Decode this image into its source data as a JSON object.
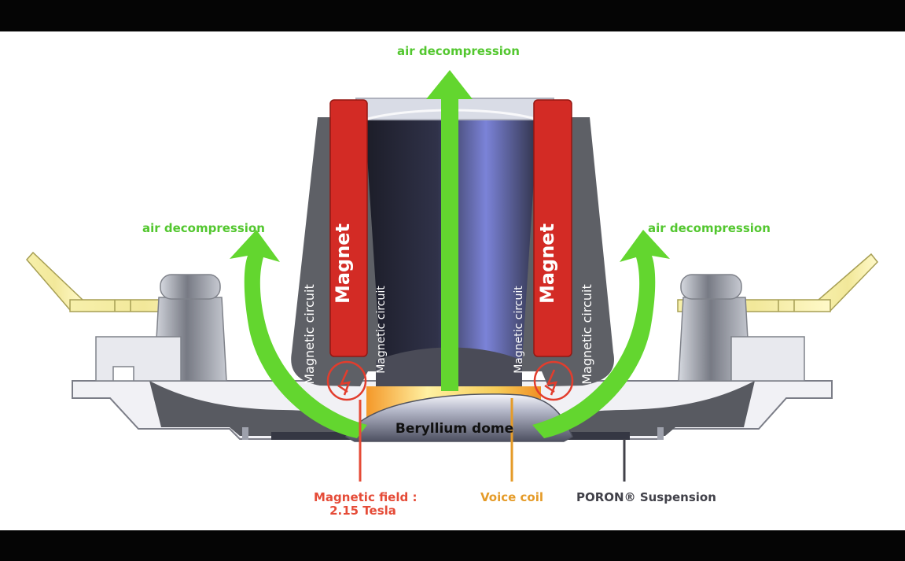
{
  "labels": {
    "air_decompression_top": "air decompression",
    "air_decompression_left": "air decompression",
    "air_decompression_right": "air decompression",
    "magnet_left": "Magnet",
    "magnet_right": "Magnet",
    "magnetic_circuit_outer_left": "Magnetic circuit",
    "magnetic_circuit_inner_left": "Magnetic circuit",
    "magnetic_circuit_inner_right": "Magnetic circuit",
    "magnetic_circuit_outer_right": "Magnetic circuit",
    "beryllium_dome": "Beryllium dome",
    "magnetic_field_line1": "Magnetic field :",
    "magnetic_field_line2": "2.15 Tesla",
    "voice_coil": "Voice coil",
    "poron_suspension": "PORON® Suspension"
  },
  "colors": {
    "background": "#ffffff",
    "frame_bar": "#050505",
    "magnet_red": "#d32b25",
    "green_arrow": "#63d62f",
    "magnetic_field_red": "#e54b37",
    "voice_coil_orange": "#e59b28",
    "suspension_dark": "#414149",
    "circuit_gray": "#5e6066"
  },
  "icons": {
    "magnetic_field_marker": "lightning-circle-icon"
  }
}
